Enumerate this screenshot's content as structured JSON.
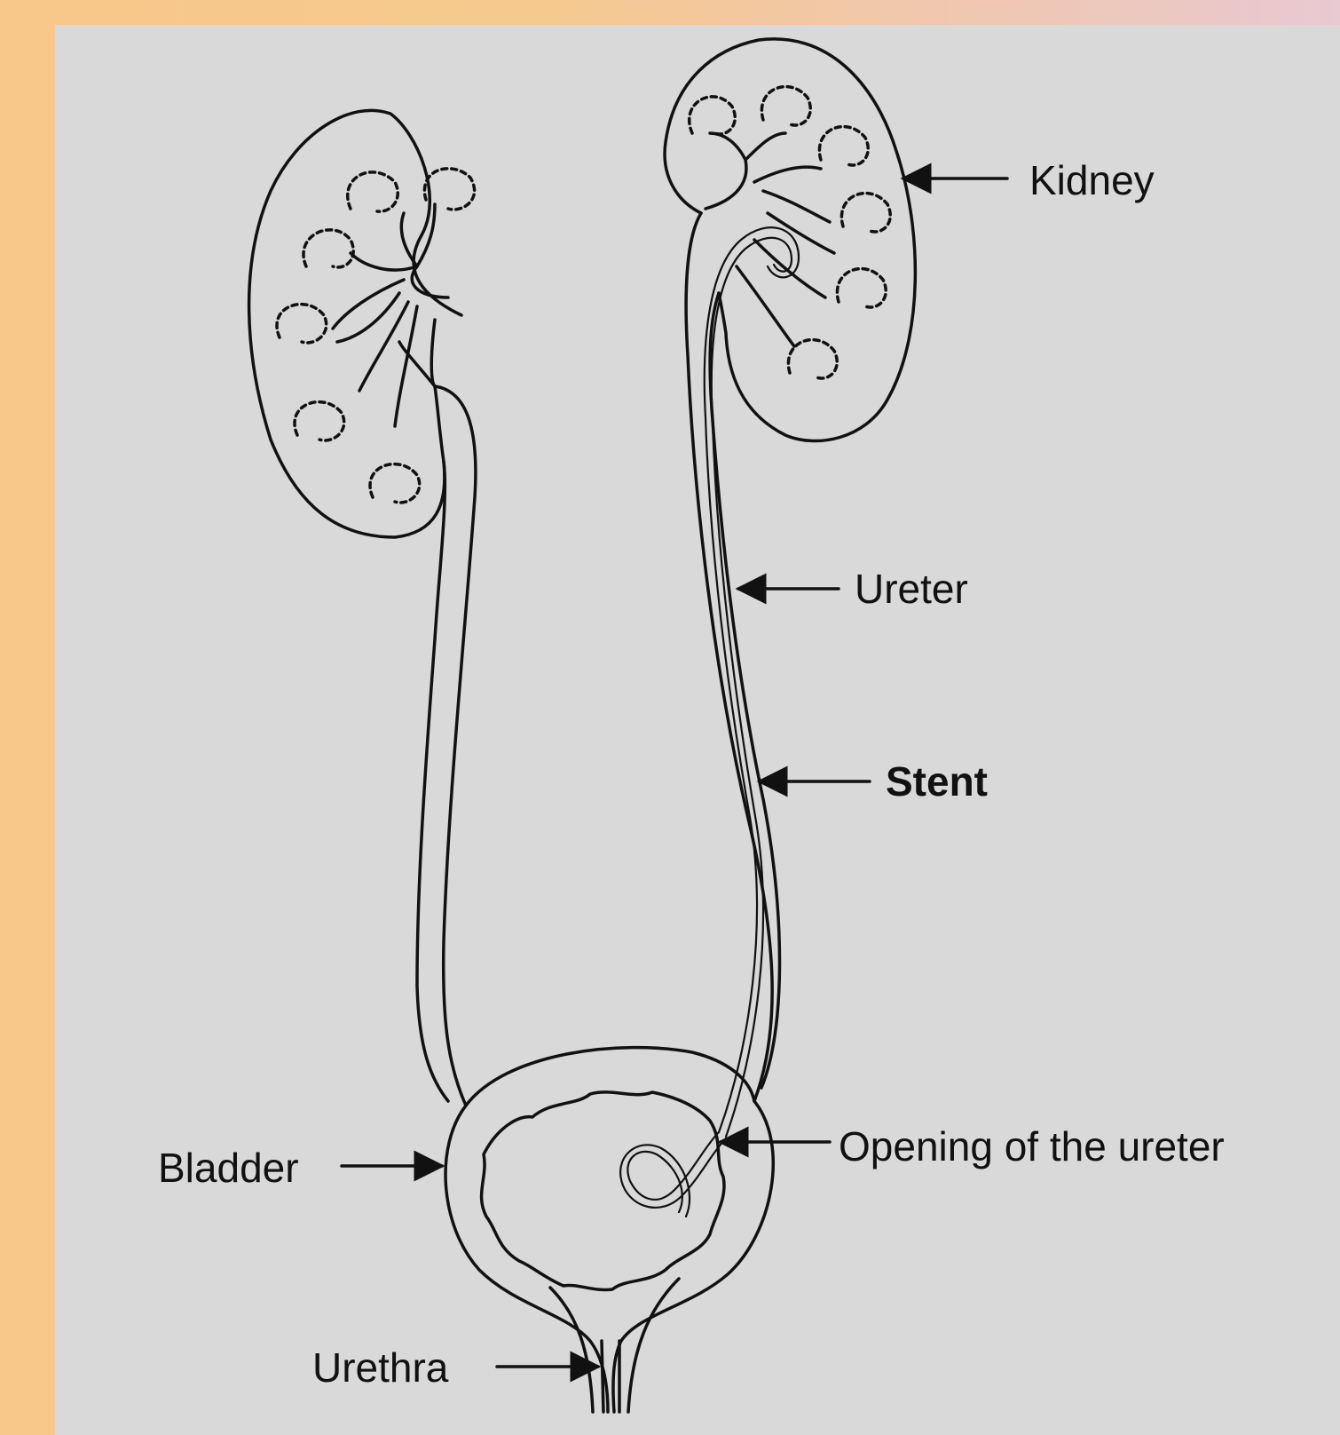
{
  "labels": {
    "kidney": "Kidney",
    "ureter": "Ureter",
    "stent": "Stent",
    "opening": "Opening of the ureter",
    "bladder": "Bladder",
    "urethra": "Urethra"
  },
  "colors": {
    "panel": "#d9d9da",
    "ink": "#111111",
    "frame_left": "#f8c88a",
    "frame_right": "#e9c9d2"
  }
}
